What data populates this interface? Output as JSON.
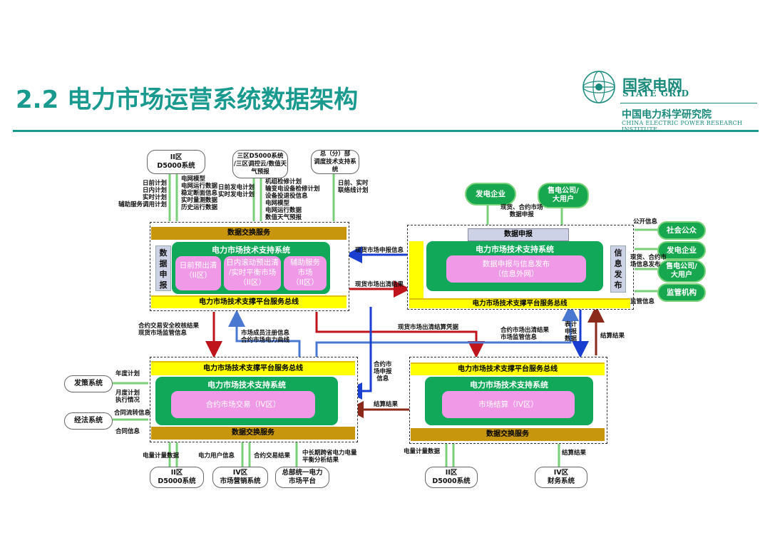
{
  "title": "2.2 电力市场运营系统数据架构",
  "logo": {
    "cn": "国家电网",
    "en": "STATE GRID",
    "institute_cn": "中国电力科学研究院",
    "institute_en": "CHINA ELECTRIC POWER RESEARCH INSTITUTE"
  },
  "colors": {
    "teal": "#1a9a8f",
    "green": "#11a85a",
    "pink": "#f099e6",
    "yellow": "#ffff00",
    "gold": "#c8960c",
    "red": "#c0141c",
    "blue": "#1a3fd0",
    "darkred": "#8b2a1a"
  },
  "top_sources": {
    "d5000": "II区\nD5000系统",
    "d5000_3": "三区D5000系统\n/三区调控云/数值天\n气预报",
    "dispatch": "总（分）部\n调度技术支持系\n统"
  },
  "top_labels": {
    "left_plans": "日前计划\n日内计划\n实时计划\n辅助服务调用计划",
    "grid_model": "电网模型\n电网运行数据\n稳定断面信息\n实时量测数据\n历史运行数据",
    "gen_plans": "日前发电计划\n实时发电计划",
    "maintenance": "机组检修计划\n输变电设备检修计划\n设备投退役信息\n电网模型\n电网运行数据\n数值天气预报",
    "tie_plans": "日前、实时\n联络线计划"
  },
  "block_tl": {
    "exchange": "数据交换服务",
    "side": "数据申报",
    "system": "电力市场技术支持系统",
    "modules": [
      "日前预出清\n（II区）",
      "日内滚动预出清\n/实时平衡市场\n（II区）",
      "辅助服务\n市场\n（II区）"
    ],
    "bus": "电力市场技术支撑平台服务总线"
  },
  "block_tr": {
    "report": "数据申报",
    "system": "电力市场技术支持系统",
    "module": "数据申报与信息发布\n（信息外网）",
    "side": "信息发布",
    "bus": "电力市场技术支撑平台服务总线"
  },
  "block_bl": {
    "bus": "电力市场技术支撑平台服务总线",
    "system": "电力市场技术支持系统",
    "module": "合约市场交易（IV区）",
    "exchange": "数据交换服务"
  },
  "block_br": {
    "bus": "电力市场技术支撑平台服务总线",
    "system": "电力市场技术支持系统",
    "module": "市场结算（IV区）",
    "exchange": "数据交换服务"
  },
  "participants": {
    "gen": "发电企业",
    "retail": "售电公司/\n大用户",
    "label": "现货、合约市场\n数据申报"
  },
  "outputs": [
    "社会公众",
    "发电企业",
    "售电公司/\n大用户",
    "监管机构"
  ],
  "output_labels": {
    "public": "公开信息",
    "private": "现货、合约市\n场信息发布",
    "supervise": "监管信息"
  },
  "flow_labels": {
    "spot_report": "现货市场申报信息",
    "spot_clear": "现货市场出清结果",
    "contract_check": "合约交易安全校核结果\n现货市场监管信息",
    "members": "市场成员注册信息\n合约市场电力曲线",
    "voucher": "现货市场出清结算凭据",
    "contract_clear": "合约市场出清结果\n市场监管信息",
    "meter": "表计\n申报\n数据",
    "settle_result": "结算结果",
    "contract_report": "合约市\n场申报\n信息",
    "settle_result2": "结算结果"
  },
  "left_sources": {
    "reform": "发策系统",
    "economic": "经法系统"
  },
  "left_labels": {
    "annual": "年度计划",
    "monthly": "月度计划\n执行情况",
    "contract_flow": "合同流转信息",
    "contract_info": "合同信息"
  },
  "bottom_sources": {
    "d5000_a": "II区\nD5000系统",
    "marketing": "IV区\n市场营销系统",
    "hq_platform": "总部统一电力\n市场平台",
    "d5000_b": "II区\nD5000系统",
    "finance": "IV区\n财务系统"
  },
  "bottom_labels": {
    "meter_a": "电量计量数据",
    "user_info": "电力用户信息",
    "contract_result": "合约交易结果",
    "long_term": "中长期跨省电力电量\n平衡分析结果",
    "meter_b": "电量计量数据",
    "settle": "结算结果"
  }
}
